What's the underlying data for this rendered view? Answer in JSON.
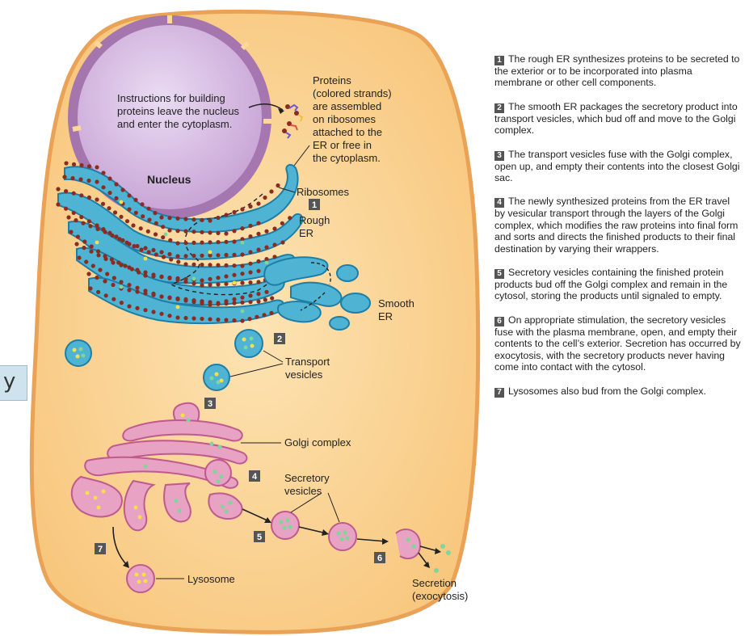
{
  "labels": {
    "instructions": [
      "Instructions for building",
      "proteins leave the nucleus",
      "and enter the cytoplasm."
    ],
    "proteins": [
      "Proteins",
      "(colored strands)",
      "are assembled",
      "on ribosomes",
      "attached to the",
      "ER or free in",
      "the cytoplasm."
    ],
    "nucleus": "Nucleus",
    "ribosomes": "Ribosomes",
    "rough_er": [
      "Rough",
      "ER"
    ],
    "smooth_er": [
      "Smooth",
      "ER"
    ],
    "transport_vesicles": [
      "Transport",
      "vesicles"
    ],
    "golgi_complex": "Golgi complex",
    "secretory_vesicles": [
      "Secretory",
      "vesicles"
    ],
    "lysosome": "Lysosome",
    "secretion": [
      "Secretion",
      "(exocytosis)"
    ]
  },
  "badges": [
    "1",
    "2",
    "3",
    "4",
    "5",
    "6",
    "7"
  ],
  "edge_tab": "y",
  "steps": [
    {
      "num": "1",
      "text": "The rough ER synthesizes proteins to be secreted to the exterior or to be incorporated into plasma membrane or other cell components."
    },
    {
      "num": "2",
      "text": "The smooth ER packages the secretory product into transport vesicles, which bud off and move to the Golgi complex."
    },
    {
      "num": "3",
      "text": "The transport vesicles fuse with the Golgi complex, open up, and empty their contents into the closest Golgi sac."
    },
    {
      "num": "4",
      "text": "The newly synthesized proteins from the ER travel by vesicular transport through the layers of the Golgi complex, which modifies the raw proteins into final form and sorts and directs the finished products to their final destination by varying their wrappers."
    },
    {
      "num": "5",
      "text": "Secretory vesicles containing the finished protein products bud off the Golgi complex and remain in the cytosol, storing the products until signaled to empty."
    },
    {
      "num": "6",
      "text": "On appropriate stimulation, the secretory vesicles fuse with the plasma membrane, open, and empty their contents to the cell’s exterior. Secretion has occurred by exocytosis, with the secretory products never having come into contact with the cytosol."
    },
    {
      "num": "7",
      "text": "Lysosomes also bud from the Golgi complex."
    }
  ],
  "colors": {
    "cytoplasm": "#fbd79a",
    "cell_border": "#e9a256",
    "nucleus": "#c9a6d6",
    "nucleus_border": "#8f62a8",
    "er": "#4fb4d4",
    "er_dark": "#1f7ea6",
    "ribosome": "#8b2c22",
    "golgi": "#e7a2c4",
    "golgi_border": "#c05a8e",
    "protein_yellow": "#f3e04a",
    "protein_green": "#7fd69a",
    "badge": "#555555"
  }
}
